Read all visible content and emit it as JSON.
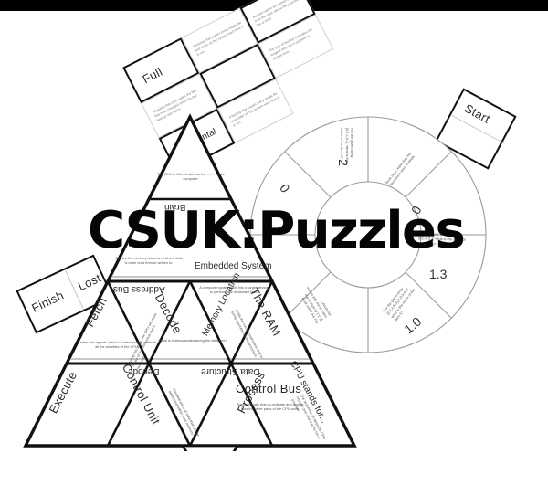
{
  "brand": {
    "wordmark": "CSUK:Puzzles",
    "wordmark_color": "#050505",
    "background_color": "#ffffff",
    "top_bar_color": "#000000"
  },
  "grid_puzzle": {
    "name": "backup-types-rectangle-puzzle",
    "labels": [
      "Full",
      "Incremental"
    ],
    "filler_lines": [
      "A backup that copies every single file and folder on the system each time it is run.",
      "A backup that only copies the files that have changed since the last backup was taken.",
      "Backup copies are stored away from the main site so they survive fire or theft.",
      "The type of backup that takes the longest time but is quickest to restore from."
    ]
  },
  "tabs": [
    {
      "name": "start-tab",
      "label": "Start"
    },
    {
      "name": "finish-tab",
      "label": "Finish"
    },
    {
      "name": "lost-tab",
      "label": "Lost"
    }
  ],
  "wheel_puzzle": {
    "name": "array-index-wheel-puzzle",
    "answers": [
      "2",
      "0",
      "1.3",
      "1.0"
    ],
    "questions": [
      "For the given array [3,7,4,8,2], what is the index of the item 4?",
      "What is most commonly the first index of an array?",
      "For the given array [7,4,8,2],[0,5,4,9,1] what is the index of the item 9?",
      "For the given array [2,7,4,8,3],[1,0,5,4,9] what is the index of the item 5?",
      "For the given array [5,3,1,8] what is the index of the last item in the array?"
    ]
  },
  "triangle_puzzle": {
    "name": "cpu-tarsia-triangle-puzzle",
    "answers": [
      "Brain",
      "Address Bus",
      "Embedded System",
      "Fetch",
      "Decode",
      "Memory Location",
      "The RAM",
      "Control Bus",
      "Decode",
      "Data Structure",
      "Execute",
      "Control Unit",
      "Process",
      "CPU stands for..."
    ],
    "questions": [
      "The CPU is often known as the ........ of the computer.",
      "Carries the memory address of where data is to be read from or written to.",
      "A computer system built into a larger device to perform one dedicated task.",
      "During this stage, the CPU will make sense of the instruction that it received.",
      "Holds the current instruction that is being executed by the processor.",
      "What is communicated along the data bus?",
      "Sends signals that co-ordinate and control how the other parts of the CPU work.",
      "Smallest piece of data that can be addressed within main memory.",
      "Carries the signals used to control and co-ordinate all the activities of the CPU.",
      "The sequence of steps the CPU repeats over and over to run a program."
    ]
  }
}
